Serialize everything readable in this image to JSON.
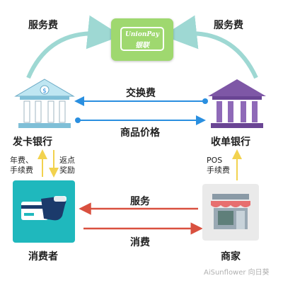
{
  "nodes": {
    "card_network": {
      "logo_line1": "UnionPay",
      "logo_line2": "银联"
    },
    "issuing_bank": {
      "label": "发卡银行"
    },
    "acquiring_bank": {
      "label": "收单银行"
    },
    "consumer": {
      "label": "消费者"
    },
    "merchant": {
      "label": "商家"
    }
  },
  "edges": {
    "fee_left": {
      "label": "服务费"
    },
    "fee_right": {
      "label": "服务费"
    },
    "interchange": {
      "label": "交换费"
    },
    "price": {
      "label": "商品价格"
    },
    "annual_fee": {
      "line1": "年费、",
      "line2": "手续费"
    },
    "rebate": {
      "line1": "返点",
      "line2": "奖励"
    },
    "pos_fee": {
      "line1": "POS",
      "line2": "手续费"
    },
    "service": {
      "label": "服务"
    },
    "consume": {
      "label": "消费"
    }
  },
  "watermark": "AiSunflower 向日葵",
  "colors": {
    "blue_arrow": "#2a8fe0",
    "red_arrow": "#d9503f",
    "yellow_arrow": "#f2d24e",
    "teal_arc": "#9ed8d3",
    "card_green": "#9fd86f",
    "consumer_bg": "#1fb8bd",
    "acquirer_purple": "#7e57a6"
  }
}
